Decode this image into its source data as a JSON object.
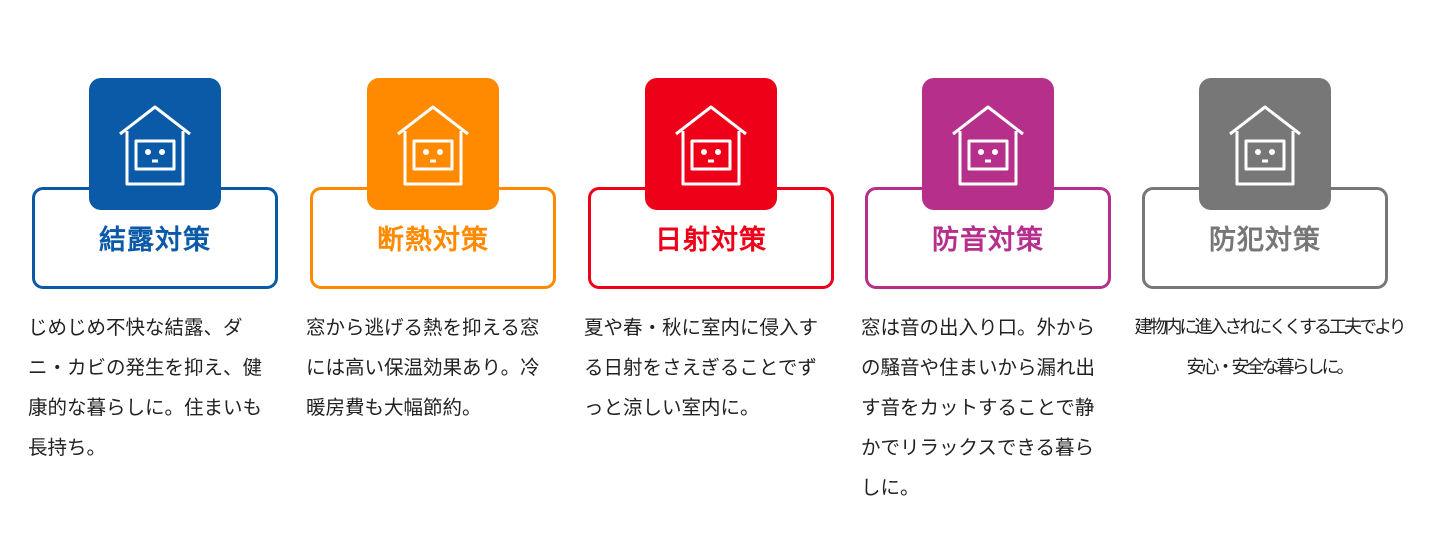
{
  "items": [
    {
      "title": "結露対策",
      "description": "じめじめ不快な結露、ダニ・カビの発生を抑え、健康的な暮らしに。住まいも長持ち。",
      "color": "#0a5aa8",
      "icon": "house-condensation-icon"
    },
    {
      "title": "断熱対策",
      "description": "窓から逃げる熱を抑える窓には高い保温効果あり。冷暖房費も大幅節約。",
      "color": "#ff8a00",
      "icon": "house-insulation-icon"
    },
    {
      "title": "日射対策",
      "description": "夏や春・秋に室内に侵入する日射をさえぎることでずっと涼しい室内に。",
      "color": "#ee0019",
      "icon": "sun-house-icon"
    },
    {
      "title": "防音対策",
      "description": "窓は音の出入り口。外からの騒音や住まいから漏れ出す音をカットすることで静かでリラックスできる暮らしに。",
      "color": "#b52f8b",
      "icon": "headphones-house-icon"
    },
    {
      "title": "防犯対策",
      "description": "建物内に進入されにくくする工夫でより安心・安全な暮らしに。",
      "color": "#777777",
      "icon": "key-house-icon"
    }
  ]
}
